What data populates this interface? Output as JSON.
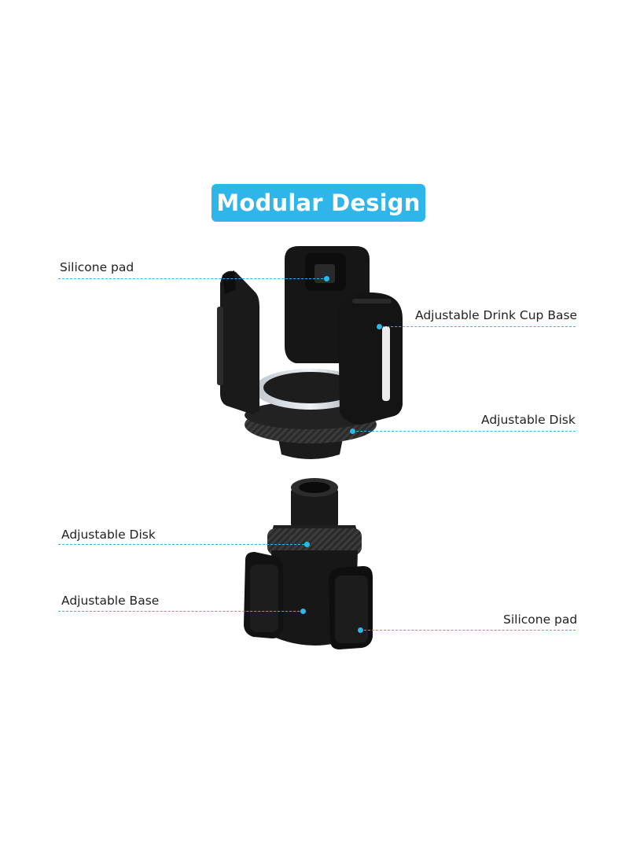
{
  "title": "Modular Design",
  "labels": {
    "top_silicone_pad": "Silicone pad",
    "drink_cup_base": "Adjustable Drink Cup Base",
    "top_adjustable_disk": "Adjustable Disk",
    "bottom_adjustable_disk": "Adjustable Disk",
    "adjustable_base": "Adjustable Base",
    "bottom_silicone_pad": "Silicone pad"
  },
  "colors": {
    "accent": "#2eb6ea",
    "product": "#1a1a1a",
    "text": "#222222"
  }
}
